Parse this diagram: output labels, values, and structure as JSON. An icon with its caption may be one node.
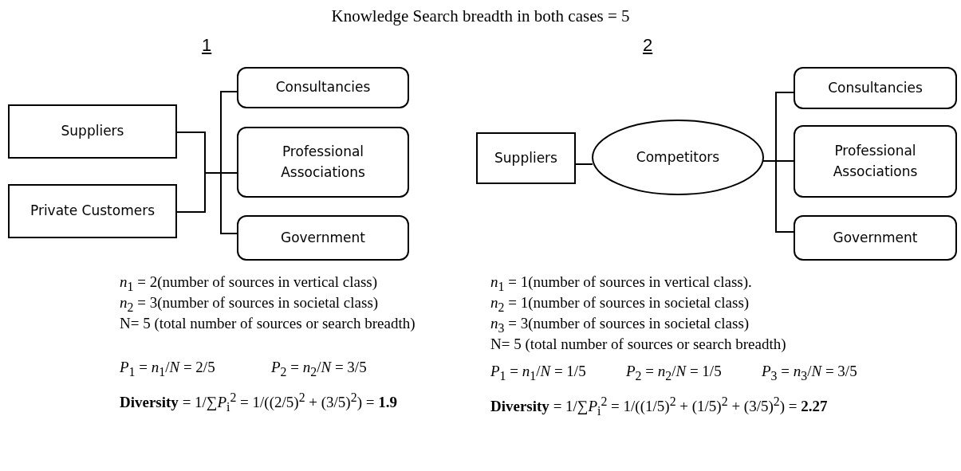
{
  "diagram": {
    "title": "Knowledge Search breadth in both cases = 5",
    "nodes": [
      {
        "text": [
          "Suppliers"
        ]
      },
      {
        "text": [
          "Private Customers"
        ]
      },
      {
        "text": [
          "Consultancies"
        ]
      },
      {
        "text": [
          "Professional Associations"
        ]
      },
      {
        "text": [
          "Government"
        ]
      },
      {
        "text": [
          "Suppliers"
        ]
      },
      {
        "text": [
          "Competitors"
        ]
      },
      {
        "text": [
          "Consultancies"
        ]
      },
      {
        "text": [
          "Professional Associations"
        ]
      },
      {
        "text": [
          "Government"
        ]
      }
    ],
    "edges": [
      {
        "from": 0,
        "to": 2,
        "arrow": "none"
      },
      {
        "from": 0,
        "to": 3,
        "arrow": "none"
      },
      {
        "from": 0,
        "to": 4,
        "arrow": "none"
      },
      {
        "from": 1,
        "to": 2,
        "arrow": "none"
      },
      {
        "from": 1,
        "to": 3,
        "arrow": "none"
      },
      {
        "from": 1,
        "to": 4,
        "arrow": "none"
      },
      {
        "from": 5,
        "to": 6,
        "arrow": "none"
      },
      {
        "from": 6,
        "to": 7,
        "arrow": "none"
      },
      {
        "from": 6,
        "to": 8,
        "arrow": "none"
      },
      {
        "from": 6,
        "to": 9,
        "arrow": "none"
      }
    ],
    "labels": [
      "1",
      "2",
      "*n*$_{1}$ = 2(number of sources in vertical class)",
      "*n*$_{2}$ = 3(number of sources in societal class)",
      "N= 5 (total number of sources or search breadth)",
      "*P*$_{1}$ = *n*$_{1}$/*N* = 2/5",
      "*P*$_{2}$ = *n*$_{2}$/*N* = 3/5",
      "**Diversity** = 1/∑*P*$_{i}$$^{2}$ = 1/((2/5)$^{2}$ + (3/5)$^{2}$) = **1.9**",
      "*n*$_{1}$ = 1(number of sources in vertical class).",
      "*n*$_{2}$ = 1(number of sources in societal class)",
      "*n*$_{3}$ = 3(number of sources in societal class)",
      "N= 5 (total number of sources or search breadth)",
      "*P*$_{1}$ = *n*$_{1}$/*N* = 1/5",
      "*P*$_{2}$ = *n*$_{2}$/*N* = 1/5",
      "*P*$_{3}$ = *n*$_{3}$/*N* = 3/5",
      "**Diversity** = 1/∑*P*$_{i}$$^{2}$ = 1/((1/5)$^{2}$ + (1/5)$^{2}$ + (3/5)$^{2}$) = **2.27**"
    ]
  }
}
